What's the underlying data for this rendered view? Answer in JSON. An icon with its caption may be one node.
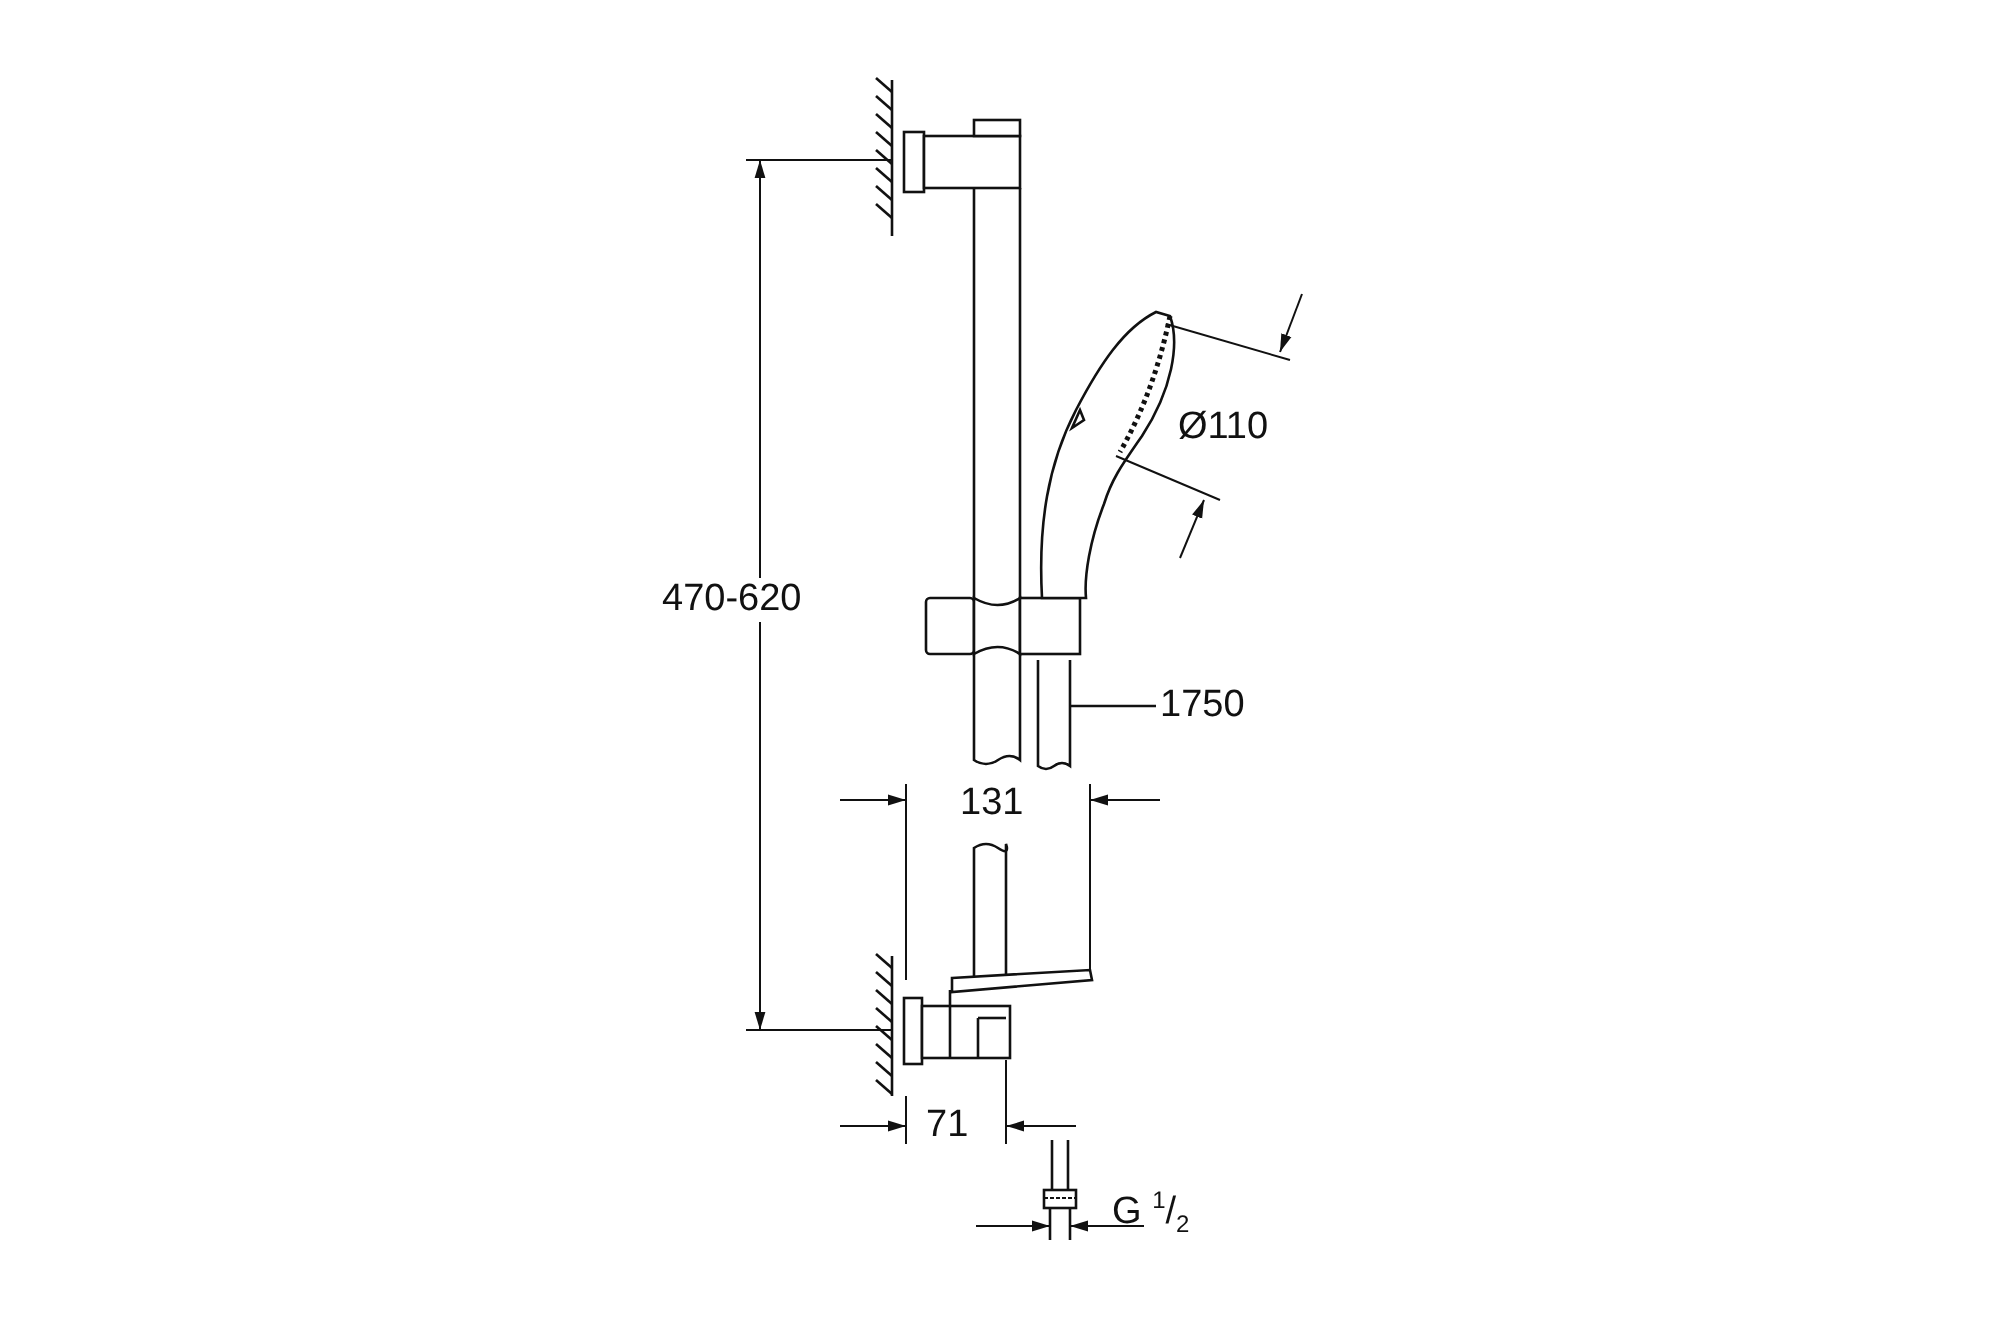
{
  "diagram": {
    "nodes": [
      {
        "text": [
          "1750"
        ]
      },
      {
        "text": [],
        "shape": "picture"
      }
    ],
    "edges": [
      {
        "from": 0,
        "to": 1,
        "arrow": "none"
      }
    ],
    "labels": [
      "470-620",
      "Ø110",
      "131",
      "71",
      "G $^{1}$/$_{2}$"
    ]
  }
}
